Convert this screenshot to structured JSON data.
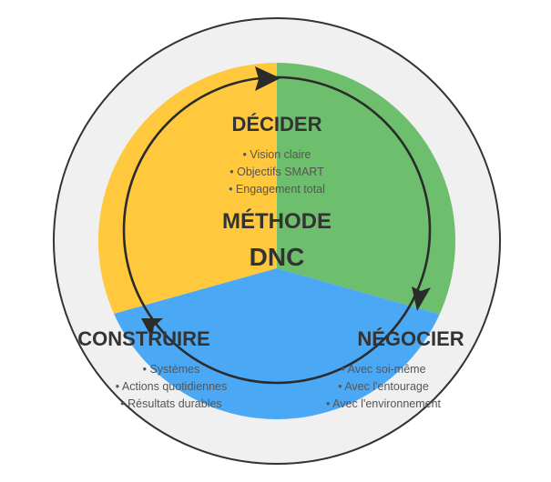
{
  "center": {
    "line1": "MÉTHODE",
    "line2": "DNC"
  },
  "sections": {
    "decider": {
      "title": "DÉCIDER",
      "items": [
        "• Vision claire",
        "• Objectifs SMART",
        "• Engagement total"
      ]
    },
    "negocier": {
      "title": "NÉGOCIER",
      "items": [
        "• Avec soi-même",
        "• Avec l'entourage",
        "• Avec l'environnement"
      ]
    },
    "construire": {
      "title": "CONSTRUIRE",
      "items": [
        "• Systèmes",
        "• Actions quotidiennes",
        "• Résultats durables"
      ]
    }
  },
  "colors": {
    "outer_ring": "#f0f0f0",
    "outline": "#333333",
    "decider": "#ffc83d",
    "negocier": "#6dbe6d",
    "construire": "#4ba8f5",
    "arrow": "#2b2b2b"
  }
}
